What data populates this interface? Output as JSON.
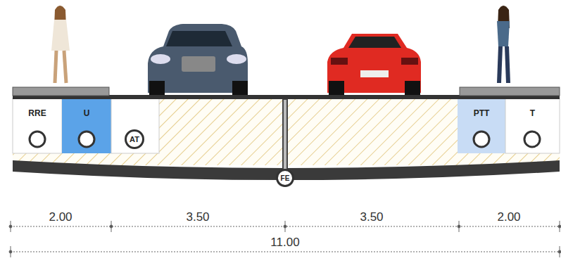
{
  "diagram": {
    "nodes": [
      {
        "text": [
          "RRE"
        ]
      },
      {
        "text": [
          "U"
        ]
      },
      {
        "text": [
          "AT"
        ]
      },
      {
        "text": [
          "PTT"
        ]
      },
      {
        "text": [
          "T"
        ]
      },
      {
        "text": [
          "FE"
        ]
      }
    ],
    "labels": [
      "2.00",
      "3.50",
      "3.50",
      "2.00",
      "11.00"
    ]
  }
}
